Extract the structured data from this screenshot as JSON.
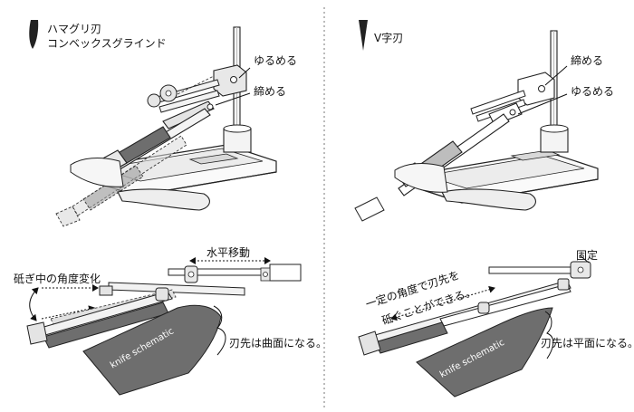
{
  "left": {
    "title_line1": "ハマグリ刃",
    "title_line2": "コンベックスグラインド",
    "label_loosen": "ゆるめる",
    "label_tighten": "締める",
    "label_horizontal_move": "水平移動",
    "label_angle_change": "砥ぎ中の角度変化",
    "label_knife": "knife schematic",
    "label_result": "刃先は曲面になる。"
  },
  "right": {
    "title": "V字刃",
    "label_tighten": "締める",
    "label_loosen": "ゆるめる",
    "label_fixed": "固定",
    "label_constant_line1": "一定の角度で刃先を",
    "label_constant_line2": "砥ぐことができる。",
    "label_knife": "knife schematic",
    "label_result": "刃先は平面になる。"
  },
  "colors": {
    "outline": "#222222",
    "dark_gray": "#6e6e6e",
    "mid_gray": "#bdbdbd",
    "light_gray": "#ececec"
  }
}
